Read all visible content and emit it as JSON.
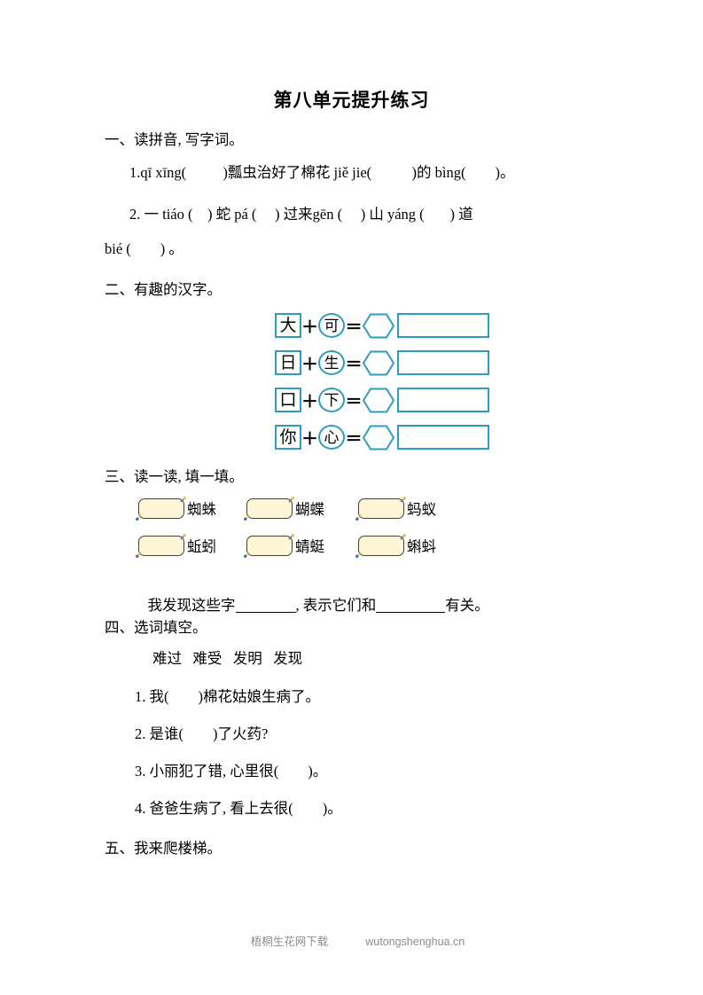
{
  "page": {
    "title": "第八单元提升练习",
    "accent_color": "#2e9bc0",
    "note_fill_color": "#fdf7d8",
    "text_color": "#000000"
  },
  "sections": [
    {
      "heading": "一、读拼音, 写字词。",
      "items": [
        "1.qī xīng(          )瓢虫治好了棉花 jiě jie(           )的 bìng(        )。",
        "2. 一 tiáo (    ) 蛇 pá (     ) 过来gēn (     ) 山 yáng (       ) 道",
        "bié (        ) 。"
      ]
    },
    {
      "heading": "二、有趣的汉字。",
      "equations": [
        {
          "left": "大",
          "right": "可",
          "plus": "＋",
          "equals": "＝",
          "result": "",
          "word": ""
        },
        {
          "left": "日",
          "right": "生",
          "plus": "＋",
          "equals": "＝",
          "result": "",
          "word": ""
        },
        {
          "left": "口",
          "right": "下",
          "plus": "＋",
          "equals": "＝",
          "result": "",
          "word": ""
        },
        {
          "left": "你",
          "right": "心",
          "plus": "＋",
          "equals": "＝",
          "result": "",
          "word": ""
        }
      ]
    },
    {
      "heading": "三、读一读, 填一填。",
      "insects": [
        "蜘蛛",
        "蝴蝶",
        "蚂蚁",
        "蚯蚓",
        "蜻蜓",
        "蝌蚪"
      ],
      "sentence": {
        "part1": "我发现这些字",
        "part2": ", 表示它们和",
        "part3": "有关。"
      }
    },
    {
      "heading": "四、选词填空。",
      "word_bank": "难过   难受   发明   发现",
      "questions": [
        "1. 我(        )棉花姑娘生病了。",
        "2. 是谁(        )了火药?",
        "3. 小丽犯了错, 心里很(        )。",
        "4. 爸爸生病了, 看上去很(        )。"
      ]
    },
    {
      "heading": "五、我来爬楼梯。"
    }
  ],
  "footer": {
    "label": "梧桐生花网下载",
    "site": "wutongshenghua.cn"
  }
}
